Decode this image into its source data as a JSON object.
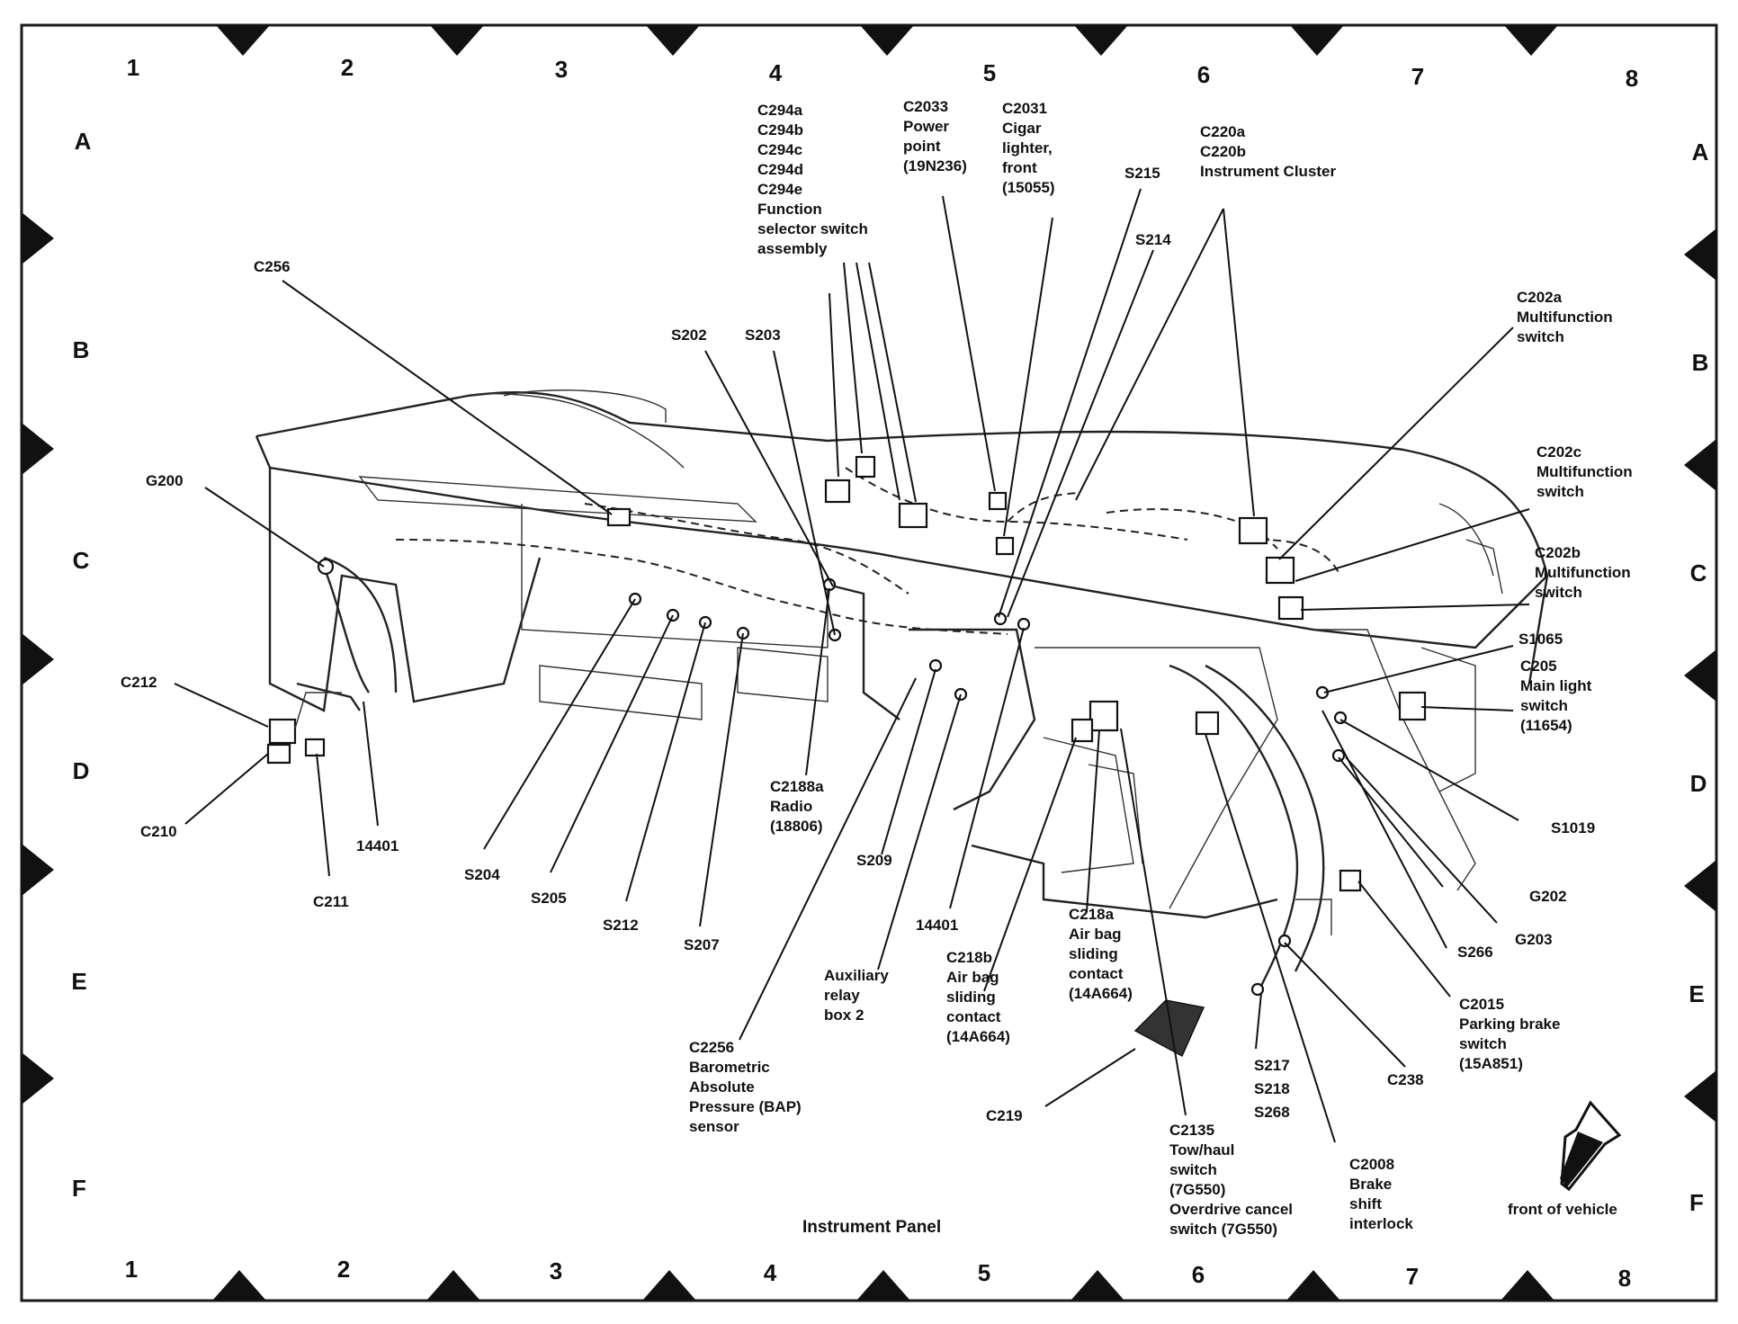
{
  "grid": {
    "columns": [
      "1",
      "2",
      "3",
      "4",
      "5",
      "6",
      "7",
      "8"
    ],
    "rows": [
      "A",
      "B",
      "C",
      "D",
      "E",
      "F"
    ]
  },
  "caption": "Instrument Panel",
  "front_label": "front of vehicle",
  "callouts": [
    {
      "id": "c294",
      "lines": [
        "C294a",
        "C294b",
        "C294c",
        "C294d",
        "C294e",
        "Function",
        "selector switch",
        "assembly"
      ]
    },
    {
      "id": "c2033",
      "lines": [
        "C2033",
        "Power",
        "point",
        "(19N236)"
      ]
    },
    {
      "id": "c2031",
      "lines": [
        "C2031",
        "Cigar",
        "lighter,",
        "front",
        "(15055)"
      ]
    },
    {
      "id": "s215",
      "lines": [
        "S215"
      ]
    },
    {
      "id": "c220",
      "lines": [
        "C220a",
        "C220b",
        "Instrument Cluster"
      ]
    },
    {
      "id": "s214",
      "lines": [
        "S214"
      ]
    },
    {
      "id": "c256",
      "lines": [
        "C256"
      ]
    },
    {
      "id": "c202a",
      "lines": [
        "C202a",
        "Multifunction",
        "switch"
      ]
    },
    {
      "id": "s202",
      "lines": [
        "S202"
      ]
    },
    {
      "id": "s203",
      "lines": [
        "S203"
      ]
    },
    {
      "id": "g200",
      "lines": [
        "G200"
      ]
    },
    {
      "id": "c202c",
      "lines": [
        "C202c",
        "Multifunction",
        "switch"
      ]
    },
    {
      "id": "c202b",
      "lines": [
        "C202b",
        "Multifunction",
        "switch"
      ]
    },
    {
      "id": "s1065",
      "lines": [
        "S1065"
      ]
    },
    {
      "id": "c205",
      "lines": [
        "C205",
        "Main light",
        "switch",
        "(11654)"
      ]
    },
    {
      "id": "c212",
      "lines": [
        "C212"
      ]
    },
    {
      "id": "c210",
      "lines": [
        "C210"
      ]
    },
    {
      "id": "c211",
      "lines": [
        "C211"
      ]
    },
    {
      "id": "n14401a",
      "lines": [
        "14401"
      ]
    },
    {
      "id": "s204",
      "lines": [
        "S204"
      ]
    },
    {
      "id": "s205",
      "lines": [
        "S205"
      ]
    },
    {
      "id": "s212",
      "lines": [
        "S212"
      ]
    },
    {
      "id": "s207",
      "lines": [
        "S207"
      ]
    },
    {
      "id": "c2188a",
      "lines": [
        "C2188a",
        "Radio",
        "(18806)"
      ]
    },
    {
      "id": "s209",
      "lines": [
        "S209"
      ]
    },
    {
      "id": "n14401b",
      "lines": [
        "14401"
      ]
    },
    {
      "id": "c218a",
      "lines": [
        "C218a",
        "Air bag",
        "sliding",
        "contact",
        "(14A664)"
      ]
    },
    {
      "id": "s1019",
      "lines": [
        "S1019"
      ]
    },
    {
      "id": "g202",
      "lines": [
        "G202"
      ]
    },
    {
      "id": "g203",
      "lines": [
        "G203"
      ]
    },
    {
      "id": "s266",
      "lines": [
        "S266"
      ]
    },
    {
      "id": "aux",
      "lines": [
        "Auxiliary",
        "relay",
        "box 2"
      ]
    },
    {
      "id": "c218b",
      "lines": [
        "C218b",
        "Air bag",
        "sliding",
        "contact",
        "(14A664)"
      ]
    },
    {
      "id": "c2015",
      "lines": [
        "C2015",
        "Parking brake",
        "switch",
        "(15A851)"
      ]
    },
    {
      "id": "c2256",
      "lines": [
        "C2256",
        "Barometric",
        "Absolute",
        "Pressure (BAP)",
        "sensor"
      ]
    },
    {
      "id": "s217",
      "lines": [
        "S217",
        "S218",
        "S268"
      ]
    },
    {
      "id": "c238",
      "lines": [
        "C238"
      ]
    },
    {
      "id": "c219",
      "lines": [
        "C219"
      ]
    },
    {
      "id": "c2135",
      "lines": [
        "C2135",
        "Tow/haul",
        "switch",
        "(7G550)",
        "Overdrive cancel",
        "switch (7G550)"
      ]
    },
    {
      "id": "c2008",
      "lines": [
        "C2008",
        "Brake",
        "shift",
        "interlock"
      ]
    }
  ]
}
